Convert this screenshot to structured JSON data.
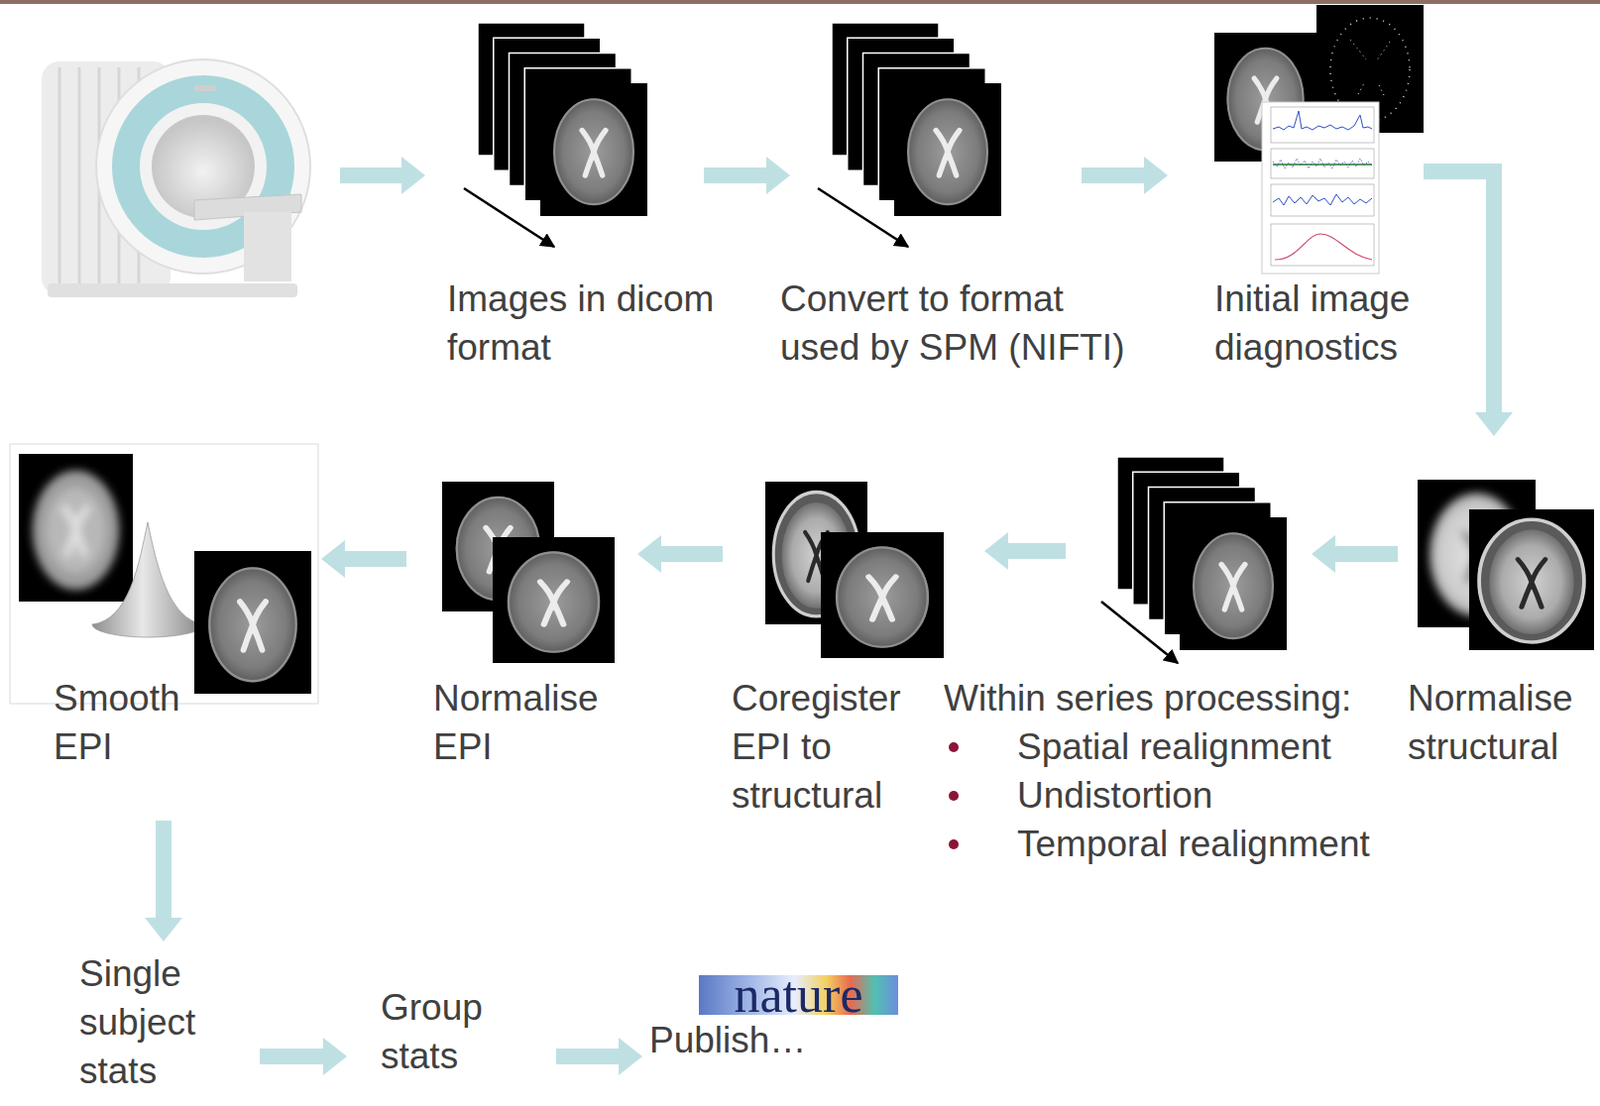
{
  "diagram": {
    "nodes": [
      {
        "text": [
          "Images in dicom format"
        ]
      },
      {
        "text": [
          "Convert to format used by SPM (NIFTI)"
        ]
      },
      {
        "text": [
          "Initial image diagnostics"
        ]
      },
      {
        "text": [
          "Normalise structural"
        ]
      },
      {
        "text": [
          "Within series processing:",
          "Spatial realignment",
          "Undistortion",
          "Temporal realignment"
        ]
      },
      {
        "text": [
          "Coregister EPI to structural"
        ]
      },
      {
        "text": [
          "Normalise EPI"
        ]
      },
      {
        "text": [
          "Smooth EPI"
        ]
      },
      {
        "text": [
          "Single subject stats"
        ]
      },
      {
        "text": [
          "Group stats"
        ]
      },
      {
        "text": [
          "Publish…"
        ]
      }
    ],
    "edges": [
      {
        "from": 0,
        "to": 1,
        "arrow": "to"
      },
      {
        "from": 1,
        "to": 2,
        "arrow": "to"
      },
      {
        "from": 2,
        "to": 3,
        "arrow": "to"
      },
      {
        "from": 3,
        "to": 4,
        "arrow": "to"
      },
      {
        "from": 4,
        "to": 5,
        "arrow": "to"
      },
      {
        "from": 5,
        "to": 6,
        "arrow": "to"
      },
      {
        "from": 6,
        "to": 7,
        "arrow": "to"
      },
      {
        "from": 7,
        "to": 8,
        "arrow": "to"
      },
      {
        "from": 8,
        "to": 9,
        "arrow": "to"
      },
      {
        "from": 9,
        "to": 10,
        "arrow": "to"
      }
    ],
    "labels": [
      "nature"
    ]
  }
}
